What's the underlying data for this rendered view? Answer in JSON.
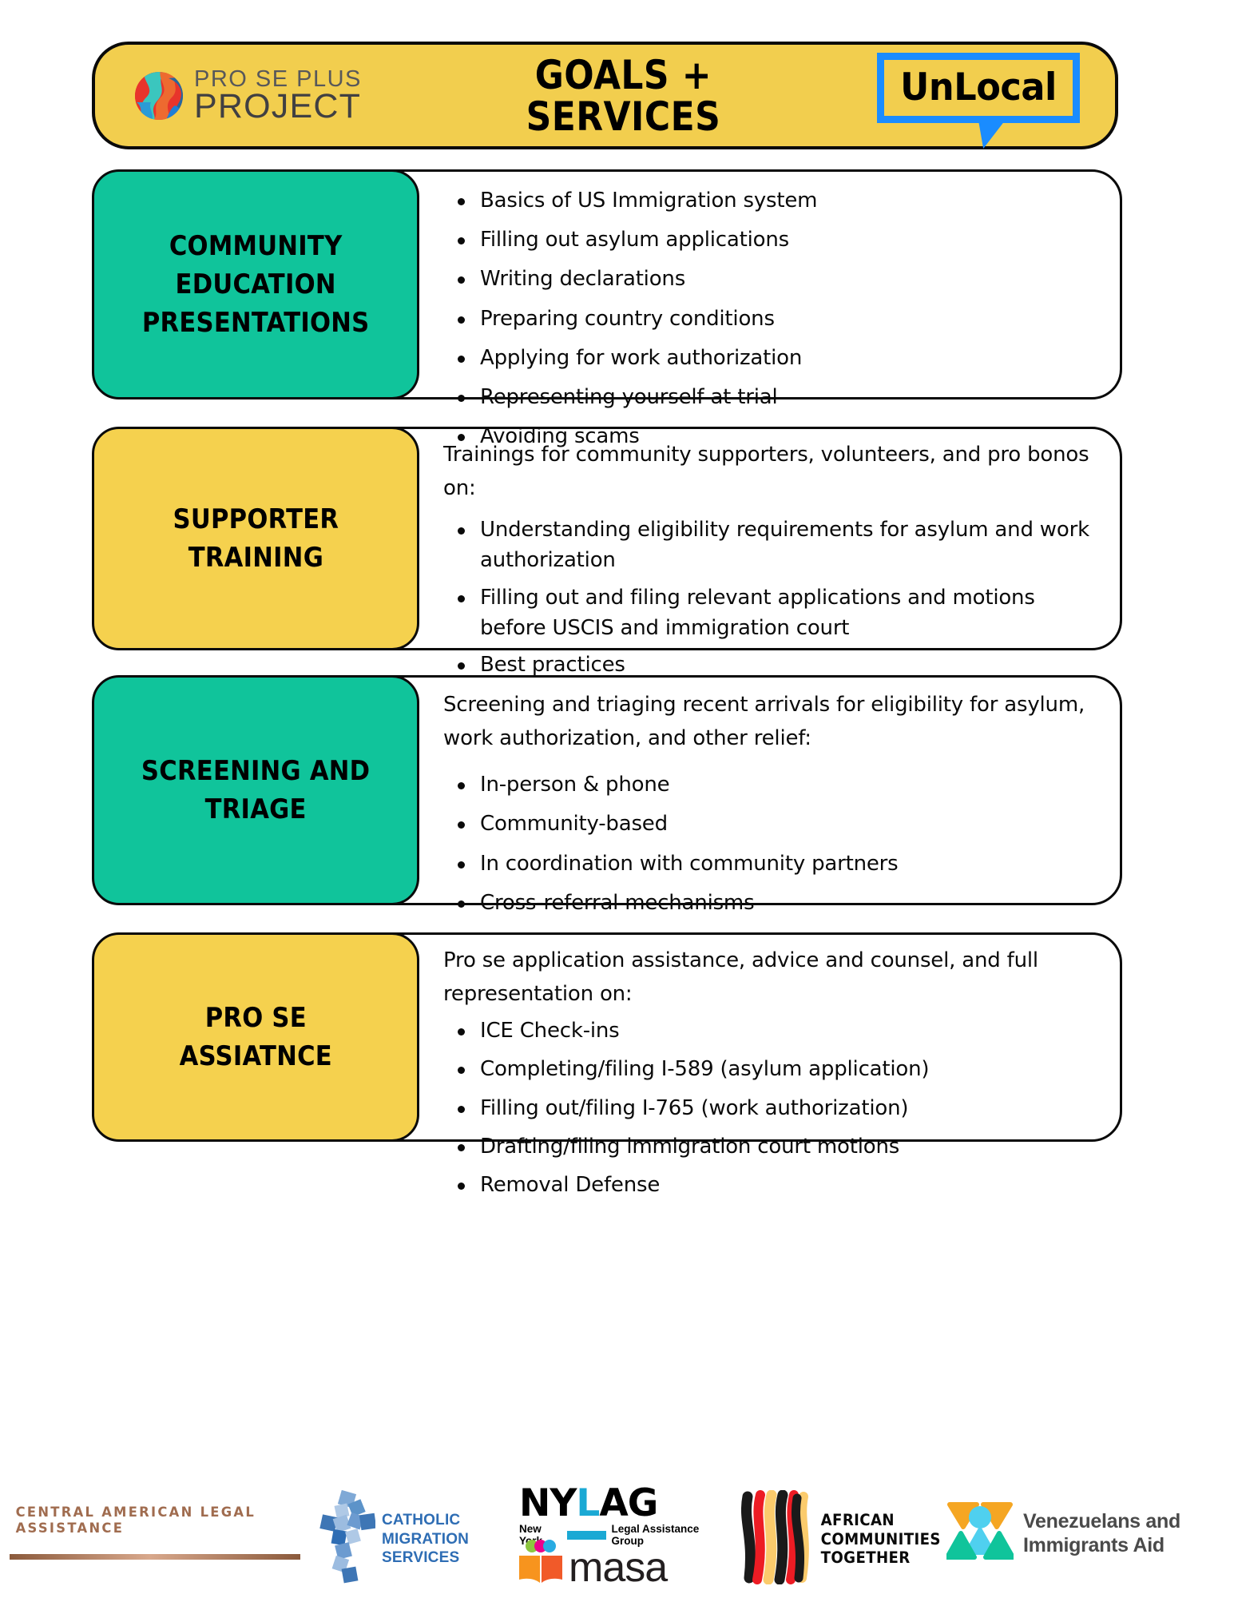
{
  "header": {
    "logo_line1": "PRO SE PLUS",
    "logo_line2": "PROJECT",
    "title_line1": "GOALS +",
    "title_line2": "SERVICES",
    "partner_badge": "UnLocal",
    "colors": {
      "banner_bg": "#F2CE4E",
      "badge_blue": "#1A8CFF",
      "outline": "#0a0a0a"
    }
  },
  "sections": [
    {
      "label_line1": "COMMUNITY",
      "label_line2": "EDUCATION",
      "label_line3": "PRESENTATIONS",
      "label_color": "#10C49B",
      "intro": "",
      "bullets": [
        "Basics of US Immigration system",
        "Filling out asylum applications",
        "Writing declarations",
        "Preparing country conditions",
        "Applying for work authorization",
        "Representing yourself at trial",
        "Avoiding scams"
      ]
    },
    {
      "label_line1": "SUPPORTER",
      "label_line2": "TRAINING",
      "label_line3": "",
      "label_color": "#F5D14E",
      "intro": "Trainings for community supporters, volunteers, and pro bonos on:",
      "bullets": [
        "Understanding eligibility requirements for asylum and work authorization",
        "Filling out and filing relevant applications and motions before USCIS and immigration court",
        "Best practices"
      ]
    },
    {
      "label_line1": "SCREENING AND",
      "label_line2": "TRIAGE",
      "label_line3": "",
      "label_color": "#10C49B",
      "intro": "Screening and triaging recent arrivals for eligibility for asylum, work authorization, and other relief:",
      "bullets": [
        "In-person & phone",
        "Community-based",
        "In coordination with community partners",
        "Cross-referral mechanisms"
      ]
    },
    {
      "label_line1": "PRO SE",
      "label_line2": "ASSIATNCE",
      "label_line3": "",
      "label_color": "#F5D14E",
      "intro": "Pro se application assistance, advice and counsel, and full representation on:",
      "bullets": [
        "ICE Check-ins",
        "Completing/filing I-589 (asylum application)",
        "Filling out/filing I-765 (work authorization)",
        "Drafting/filing immigration court motions",
        "Removal Defense"
      ]
    }
  ],
  "footer": {
    "cala": {
      "name": "CENTRAL AMERICAN LEGAL ASSISTANCE",
      "color": "#A06C4F"
    },
    "cms": {
      "line1": "CATHOLIC",
      "line2": "MIGRATION",
      "line3": "SERVICES",
      "color": "#2E6DB4"
    },
    "nylag": {
      "ny": "NY",
      "l": "L",
      "ag": "AG",
      "sub_left": "New York",
      "sub_right": "Legal Assistance Group",
      "accent": "#1BA9D4"
    },
    "masa": {
      "name": "masa"
    },
    "act": {
      "line1": "AFRICAN",
      "line2": "COMMUNITIES",
      "line3": "TOGETHER"
    },
    "via": {
      "line1": "Venezuelans and",
      "line2": "Immigrants Aid",
      "color": "#4A4A4A"
    }
  }
}
